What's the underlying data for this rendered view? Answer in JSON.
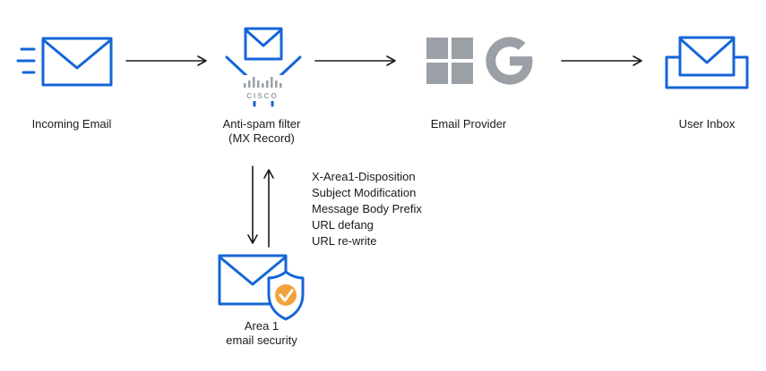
{
  "colors": {
    "blue": "#1565d8",
    "gray": "#9aa0a6",
    "orange": "#f2a33c",
    "ink": "#1a1a1a"
  },
  "diagram": {
    "nodes": {
      "incoming_email": {
        "label": "Incoming Email"
      },
      "antispam_filter": {
        "label": "Anti-spam filter",
        "sublabel": "(MX Record)",
        "brand": "CISCO"
      },
      "email_provider": {
        "label": "Email Provider"
      },
      "user_inbox": {
        "label": "User Inbox"
      },
      "area1_security": {
        "label": "Area 1",
        "sublabel": "email security"
      }
    },
    "annotations": [
      "X-Area1-Disposition",
      "Subject Modification",
      "Message Body Prefix",
      "URL defang",
      "URL re-write"
    ],
    "icons": {
      "incoming_email": "envelope-with-speed-lines",
      "antispam_filter": "envelope-into-funnel-cisco",
      "email_provider_1": "microsoft-squares-logo",
      "email_provider_2": "google-g-logo",
      "user_inbox": "envelope-in-tray",
      "area1_security": "envelope-with-shield-check"
    }
  }
}
